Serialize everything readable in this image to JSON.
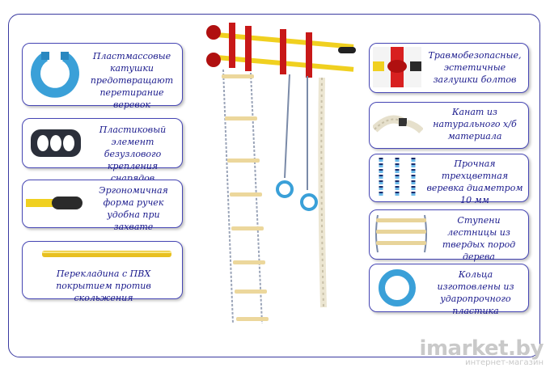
{
  "features": {
    "spools": "Пластмассовые катушки предотвращают перетирание веревок",
    "fastener": "Пластиковый элемент безузлового крепления снарядов",
    "handles": "Эргономичная форма ручек удобна при захвате",
    "crossbar": "Перекладина с ПВХ покрытием против скольжения",
    "caps": "Травмобезопасные, эстетичные заглушки болтов",
    "rope": "Канат из натурального х/б материала",
    "cord": "Прочная трехцветная веревка диаметром 10 мм",
    "rungs": "Ступени лестницы из твердых пород дерева",
    "rings": "Кольца изготовлены из ударопрочного пластика"
  },
  "watermark": {
    "brand": "imarket.by",
    "tagline": "интернет-магазин"
  },
  "colors": {
    "border": "#4646b4",
    "text": "#1a1a8c",
    "accent_blue": "#3aa0d8",
    "accent_yellow": "#f0d020",
    "accent_red": "#d02020"
  }
}
